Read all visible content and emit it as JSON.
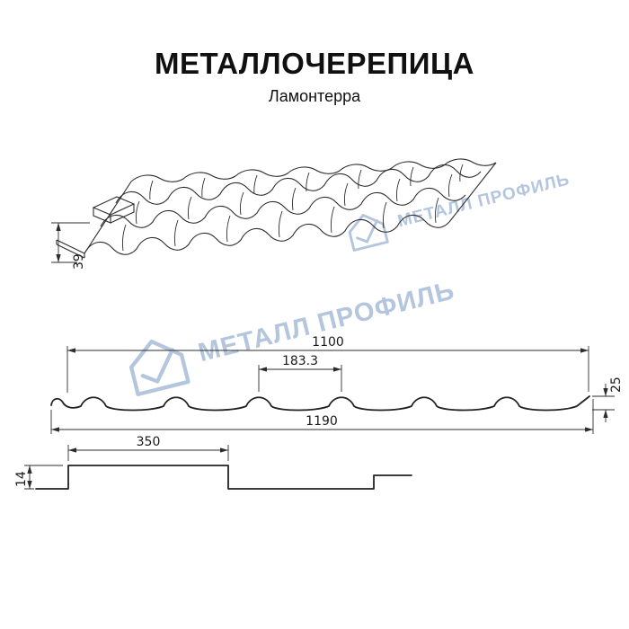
{
  "header": {
    "title": "МЕТАЛЛОЧЕРЕПИЦА",
    "subtitle": "Ламонтерра"
  },
  "watermark": {
    "brand": "МЕТАЛЛ ПРОФИЛЬ",
    "color": "#b4c5de"
  },
  "drawing": {
    "line_color": "#2d2d2d",
    "perspective": {
      "eave_height": "39"
    },
    "cross_section": {
      "cover_width": "1100",
      "wave_pitch": "183.3",
      "profile_height": "25",
      "overall_width": "1190"
    },
    "longitudinal_section": {
      "module_length": "350",
      "step_height": "14"
    }
  }
}
